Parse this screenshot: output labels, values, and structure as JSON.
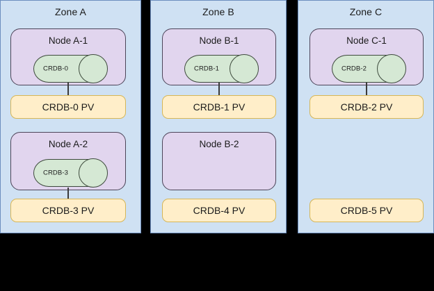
{
  "diagram": {
    "type": "infrastructure-topology",
    "colors": {
      "zone_fill": "#cfe1f3",
      "zone_stroke": "#6c8ebf",
      "node_fill": "#e1d5ee",
      "node_stroke": "#4c4458",
      "db_fill": "#d5e8d4",
      "db_stroke": "#3d4a3c",
      "pv_fill": "#ffeec9",
      "pv_stroke": "#d6b656",
      "background": "#000000",
      "connector": "#3a3a3a"
    },
    "zones": [
      {
        "label": "Zone A",
        "rows": [
          {
            "node": {
              "label": "Node A-1",
              "present": true
            },
            "database": {
              "label": "CRDB-0",
              "present": true
            },
            "pv": {
              "label": "CRDB-0 PV",
              "present": true
            },
            "connected": true
          },
          {
            "node": {
              "label": "Node A-2",
              "present": true
            },
            "database": {
              "label": "CRDB-3",
              "present": true
            },
            "pv": {
              "label": "CRDB-3 PV",
              "present": true
            },
            "connected": true
          }
        ]
      },
      {
        "label": "Zone B",
        "rows": [
          {
            "node": {
              "label": "Node B-1",
              "present": true
            },
            "database": {
              "label": "CRDB-1",
              "present": true
            },
            "pv": {
              "label": "CRDB-1 PV",
              "present": true
            },
            "connected": true
          },
          {
            "node": {
              "label": "Node B-2",
              "present": true
            },
            "database": {
              "label": "",
              "present": false
            },
            "pv": {
              "label": "CRDB-4 PV",
              "present": true
            },
            "connected": false
          }
        ]
      },
      {
        "label": "Zone C",
        "rows": [
          {
            "node": {
              "label": "Node C-1",
              "present": true
            },
            "database": {
              "label": "CRDB-2",
              "present": true
            },
            "pv": {
              "label": "CRDB-2 PV",
              "present": true
            },
            "connected": true
          },
          {
            "node": {
              "label": "",
              "present": false
            },
            "database": {
              "label": "",
              "present": false
            },
            "pv": {
              "label": "CRDB-5 PV",
              "present": true
            },
            "connected": false
          }
        ]
      }
    ]
  }
}
